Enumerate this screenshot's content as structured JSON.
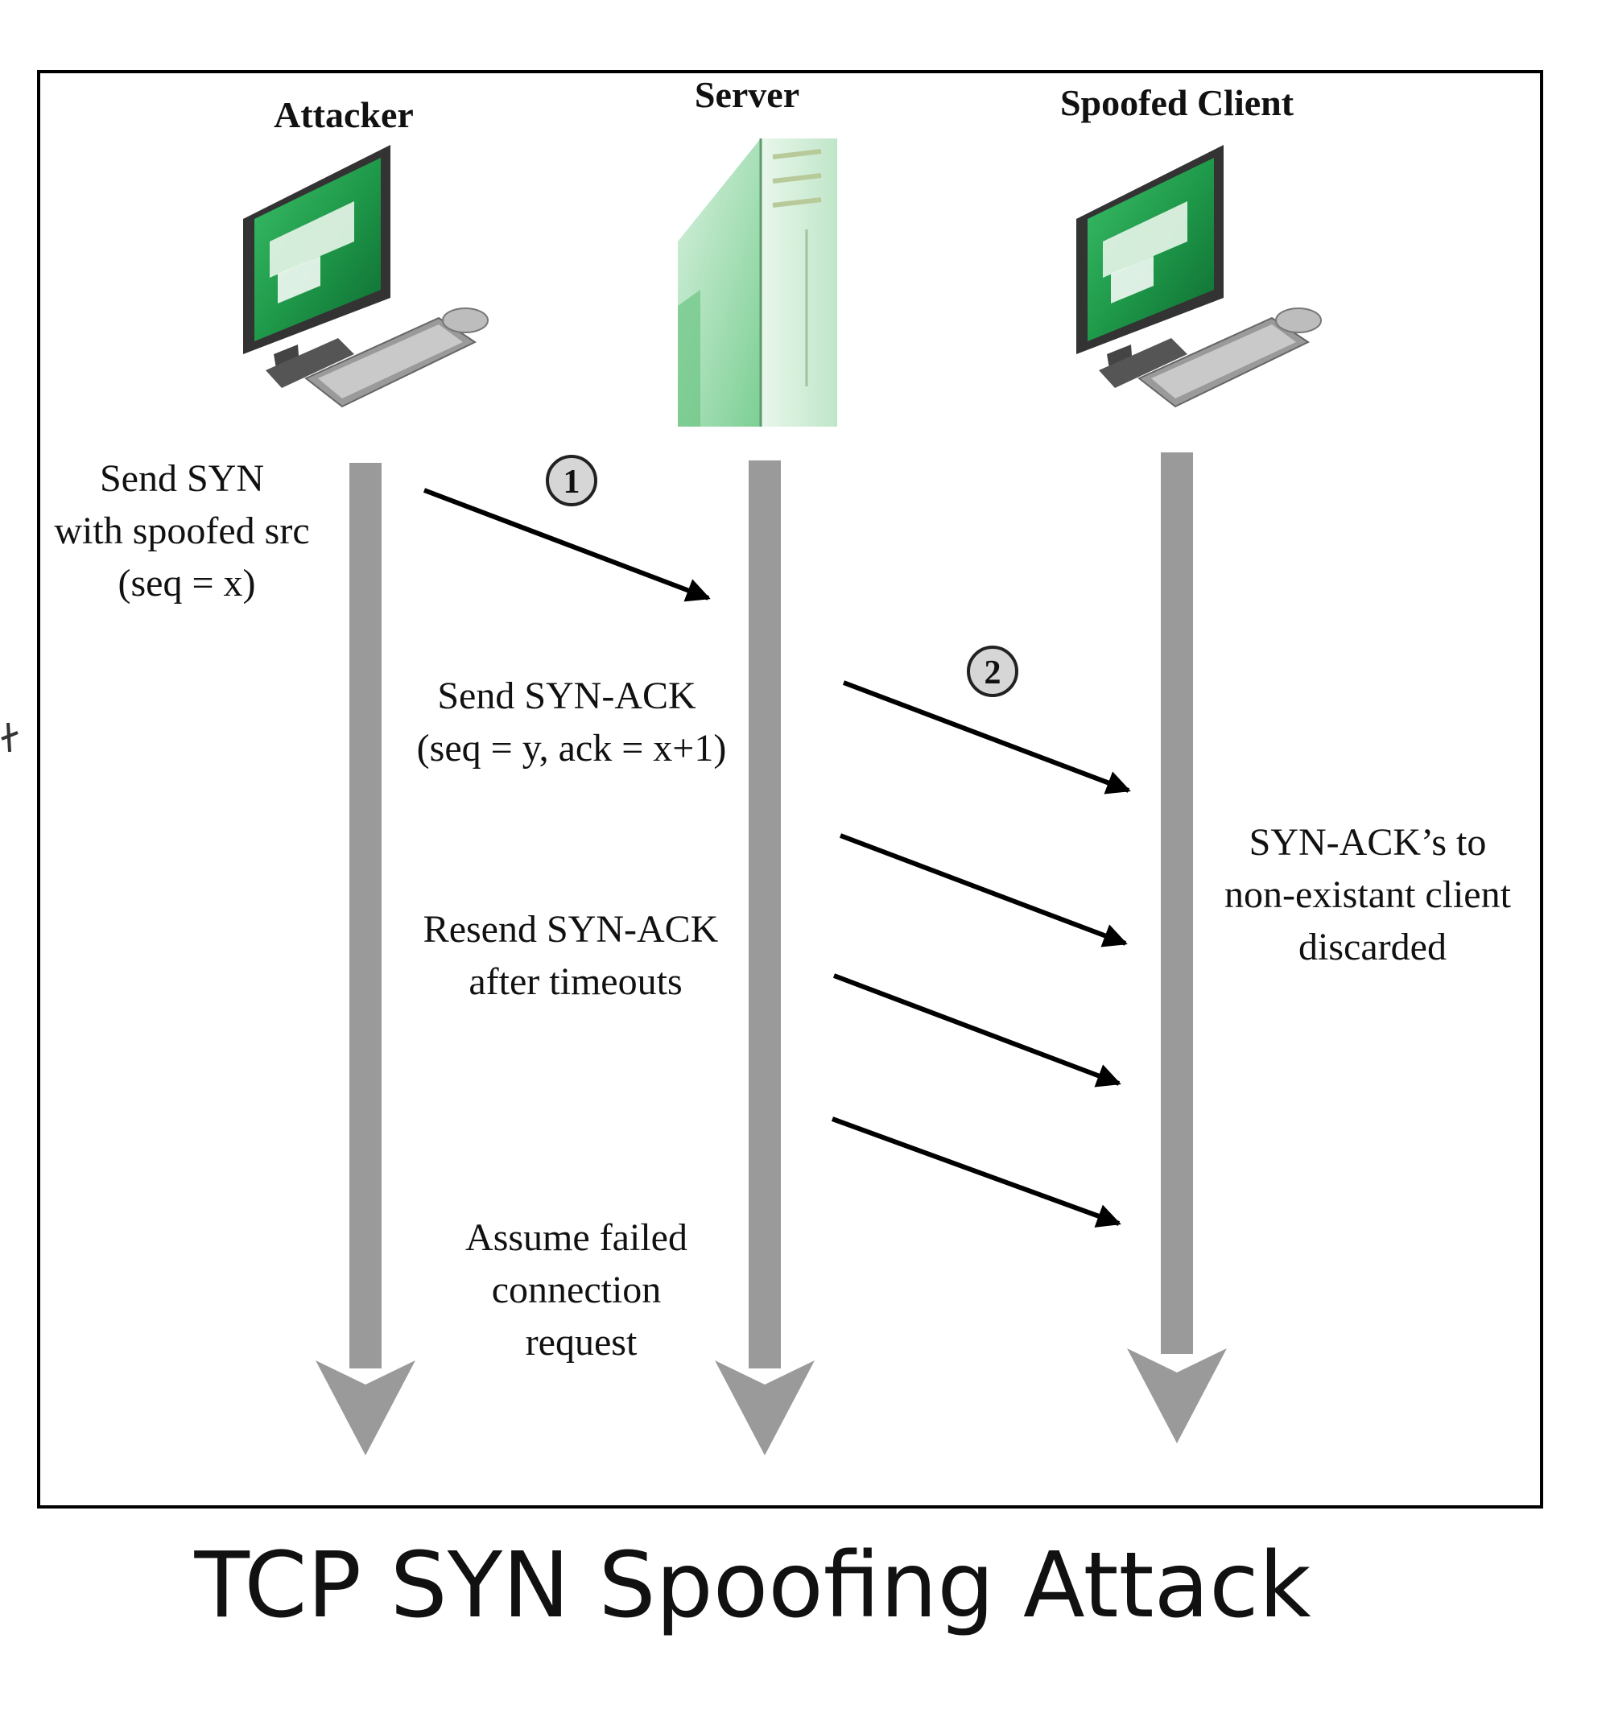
{
  "figure": {
    "caption": "TCP SYN Spoofing Attack",
    "actors": [
      {
        "id": "attacker",
        "label": "Attacker",
        "icon": "desktop-computer-icon"
      },
      {
        "id": "server",
        "label": "Server",
        "icon": "server-tower-icon"
      },
      {
        "id": "client",
        "label": "Spoofed Client",
        "icon": "desktop-computer-icon"
      }
    ],
    "steps": [
      {
        "number": "1"
      },
      {
        "number": "2"
      }
    ],
    "notes": {
      "attacker": [
        "Send SYN",
        "with spoofed src",
        "(seq = x)"
      ],
      "syn_ack": [
        "Send SYN-ACK",
        "(seq = y, ack = x+1)"
      ],
      "resend": [
        "Resend SYN-ACK",
        "after timeouts"
      ],
      "assume": [
        "Assume failed",
        "connection",
        "request"
      ],
      "discarded": [
        "SYN-ACK’s to",
        "non-existant client",
        "discarded"
      ]
    },
    "colors": {
      "lifeline": "#9a9a9a",
      "screen_green": "#1f9a4a",
      "server_green": "#bfe6c8",
      "message_arrow": "#000000"
    }
  }
}
